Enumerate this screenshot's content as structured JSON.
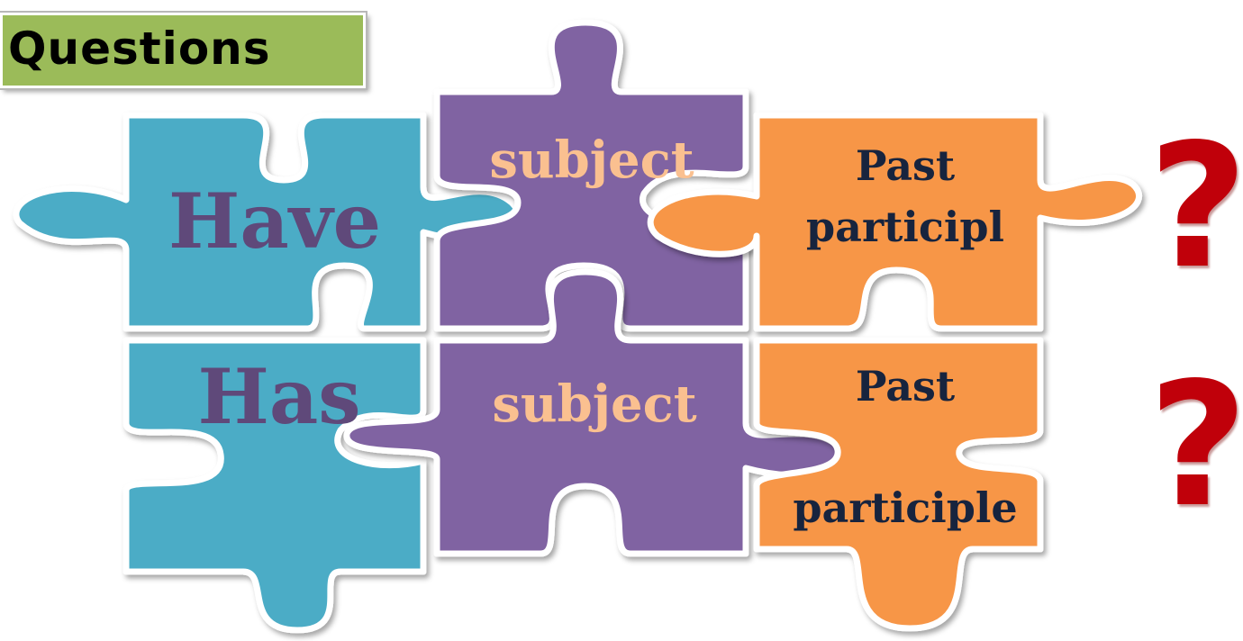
{
  "title": "Questions",
  "colors": {
    "title_bg": "#9bbb59",
    "teal": "#4bacc6",
    "purple": "#8064a2",
    "orange": "#f79646",
    "verb_text": "#5f497a",
    "subject_text": "#fac090",
    "participle_text": "#17243e",
    "question_mark": "#c0000a"
  },
  "pieces": [
    {
      "id": "teal-top",
      "color": "teal"
    },
    {
      "id": "teal-bottom",
      "color": "teal"
    },
    {
      "id": "purple-top",
      "color": "purple"
    },
    {
      "id": "purple-bottom",
      "color": "purple"
    },
    {
      "id": "orange-top",
      "color": "orange"
    },
    {
      "id": "orange-bottom",
      "color": "orange"
    }
  ],
  "rows": [
    {
      "verb": "Have",
      "subject": "subject",
      "participle_line1": "Past",
      "participle_line2": "participl",
      "question_mark": "?"
    },
    {
      "verb": "Has",
      "subject": "subject",
      "participle_line1": "Past",
      "participle_line2": "participle",
      "question_mark": "?"
    }
  ]
}
